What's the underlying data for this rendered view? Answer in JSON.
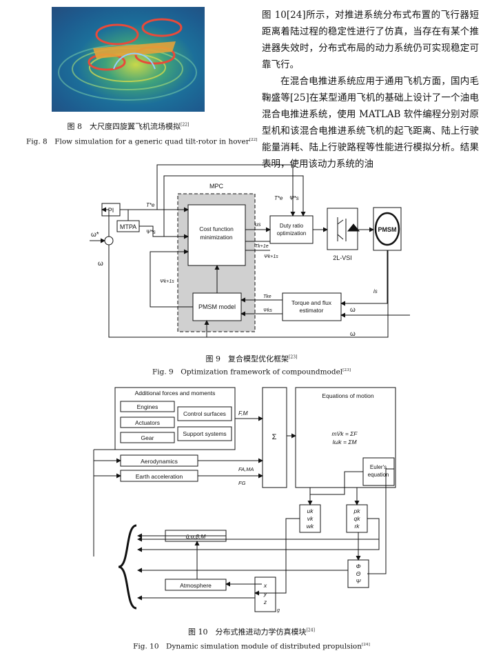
{
  "fig8": {
    "cn": "图 8　大尺度四旋翼飞机流场模拟",
    "cn_ref": "[22]",
    "en": "Fig. 8　Flow simulation for a generic quad tilt-rotor in hover",
    "en_ref": "[22]"
  },
  "paragraph1": "图 10[24]所示，对推进系统分布式布置的飞行器短距离着陆过程的稳定性进行了仿真，当存在有某个推进器失效时，分布式布局的动力系统仍可实现稳定可靠飞行。",
  "paragraph2": "在混合电推进系统应用于通用飞机方面，国内毛鞠盛等[25]在某型通用飞机的基础上设计了一个油电混合电推进系统，使用 MATLAB 软件编程分别对原型机和该混合电推进系统飞机的起飞距离、陆上行驶能量消耗、陆上行驶路程等性能进行模拟分析。结果表明，使用该动力系统的油",
  "fig9_diagram": {
    "pi": "PI",
    "mtpa": "MTPA",
    "mpc": "MPC",
    "cost": "Cost function minimization",
    "cost_l1": "Cost function",
    "cost_l2": "minimization",
    "duty_l1": "Duty ratio",
    "duty_l2": "optimization",
    "vsi": "2L-VSI",
    "pmsm": "PMSM",
    "pmsm_model": "PMSM model",
    "est_l1": "Torque and flux",
    "est_l2": "estimator",
    "omega_star": "ω*",
    "omega": "ω",
    "te_ref": "T*e",
    "psi_ref": "Ψ*s",
    "us": "us",
    "te_k1": "Tk+1e",
    "psi_k1": "Ψk+1s",
    "psi_k1_v": "Ψk+1s",
    "te_k": "Tke",
    "psi_k": "Ψks",
    "is": "is"
  },
  "fig9": {
    "cn": "图 9　复合模型优化框架",
    "cn_ref": "[23]",
    "en": "Fig. 9　Optimization framework of compoundmodel",
    "en_ref": "[23]"
  },
  "fig10_diagram": {
    "additional": "Additional forces and moments",
    "engines": "Engines",
    "actuators": "Actuators",
    "gear": "Gear",
    "control_surfaces": "Control surfaces",
    "support_systems": "Support systems",
    "fm": "F,M",
    "aero": "Aerodynamics",
    "earth": "Earth acceleration",
    "fa_ma": "FA,MA",
    "fg": "FG",
    "sigma": "Σ",
    "eom": "Equations of motion",
    "eq1": "mV̇k = ΣF",
    "eq2": "Iω̇k = ΣM",
    "euler_l1": "Euler's",
    "euler_l2": "equation",
    "uvw": [
      "uk",
      "vk",
      "wk"
    ],
    "pqr": [
      "pk",
      "qk",
      "rk"
    ],
    "angles": [
      "Φ",
      "Θ",
      "Ψ"
    ],
    "xyz": [
      "x",
      "y",
      "z"
    ],
    "xyz_sub": "g",
    "qab": "q̄,α,β,M",
    "atmosphere": "Atmosphere"
  },
  "fig10": {
    "cn": "图 10　分布式推进动力学仿真模块",
    "cn_ref": "[24]",
    "en": "Fig. 10　Dynamic simulation module of distributed propulsion",
    "en_ref": "[24]"
  }
}
